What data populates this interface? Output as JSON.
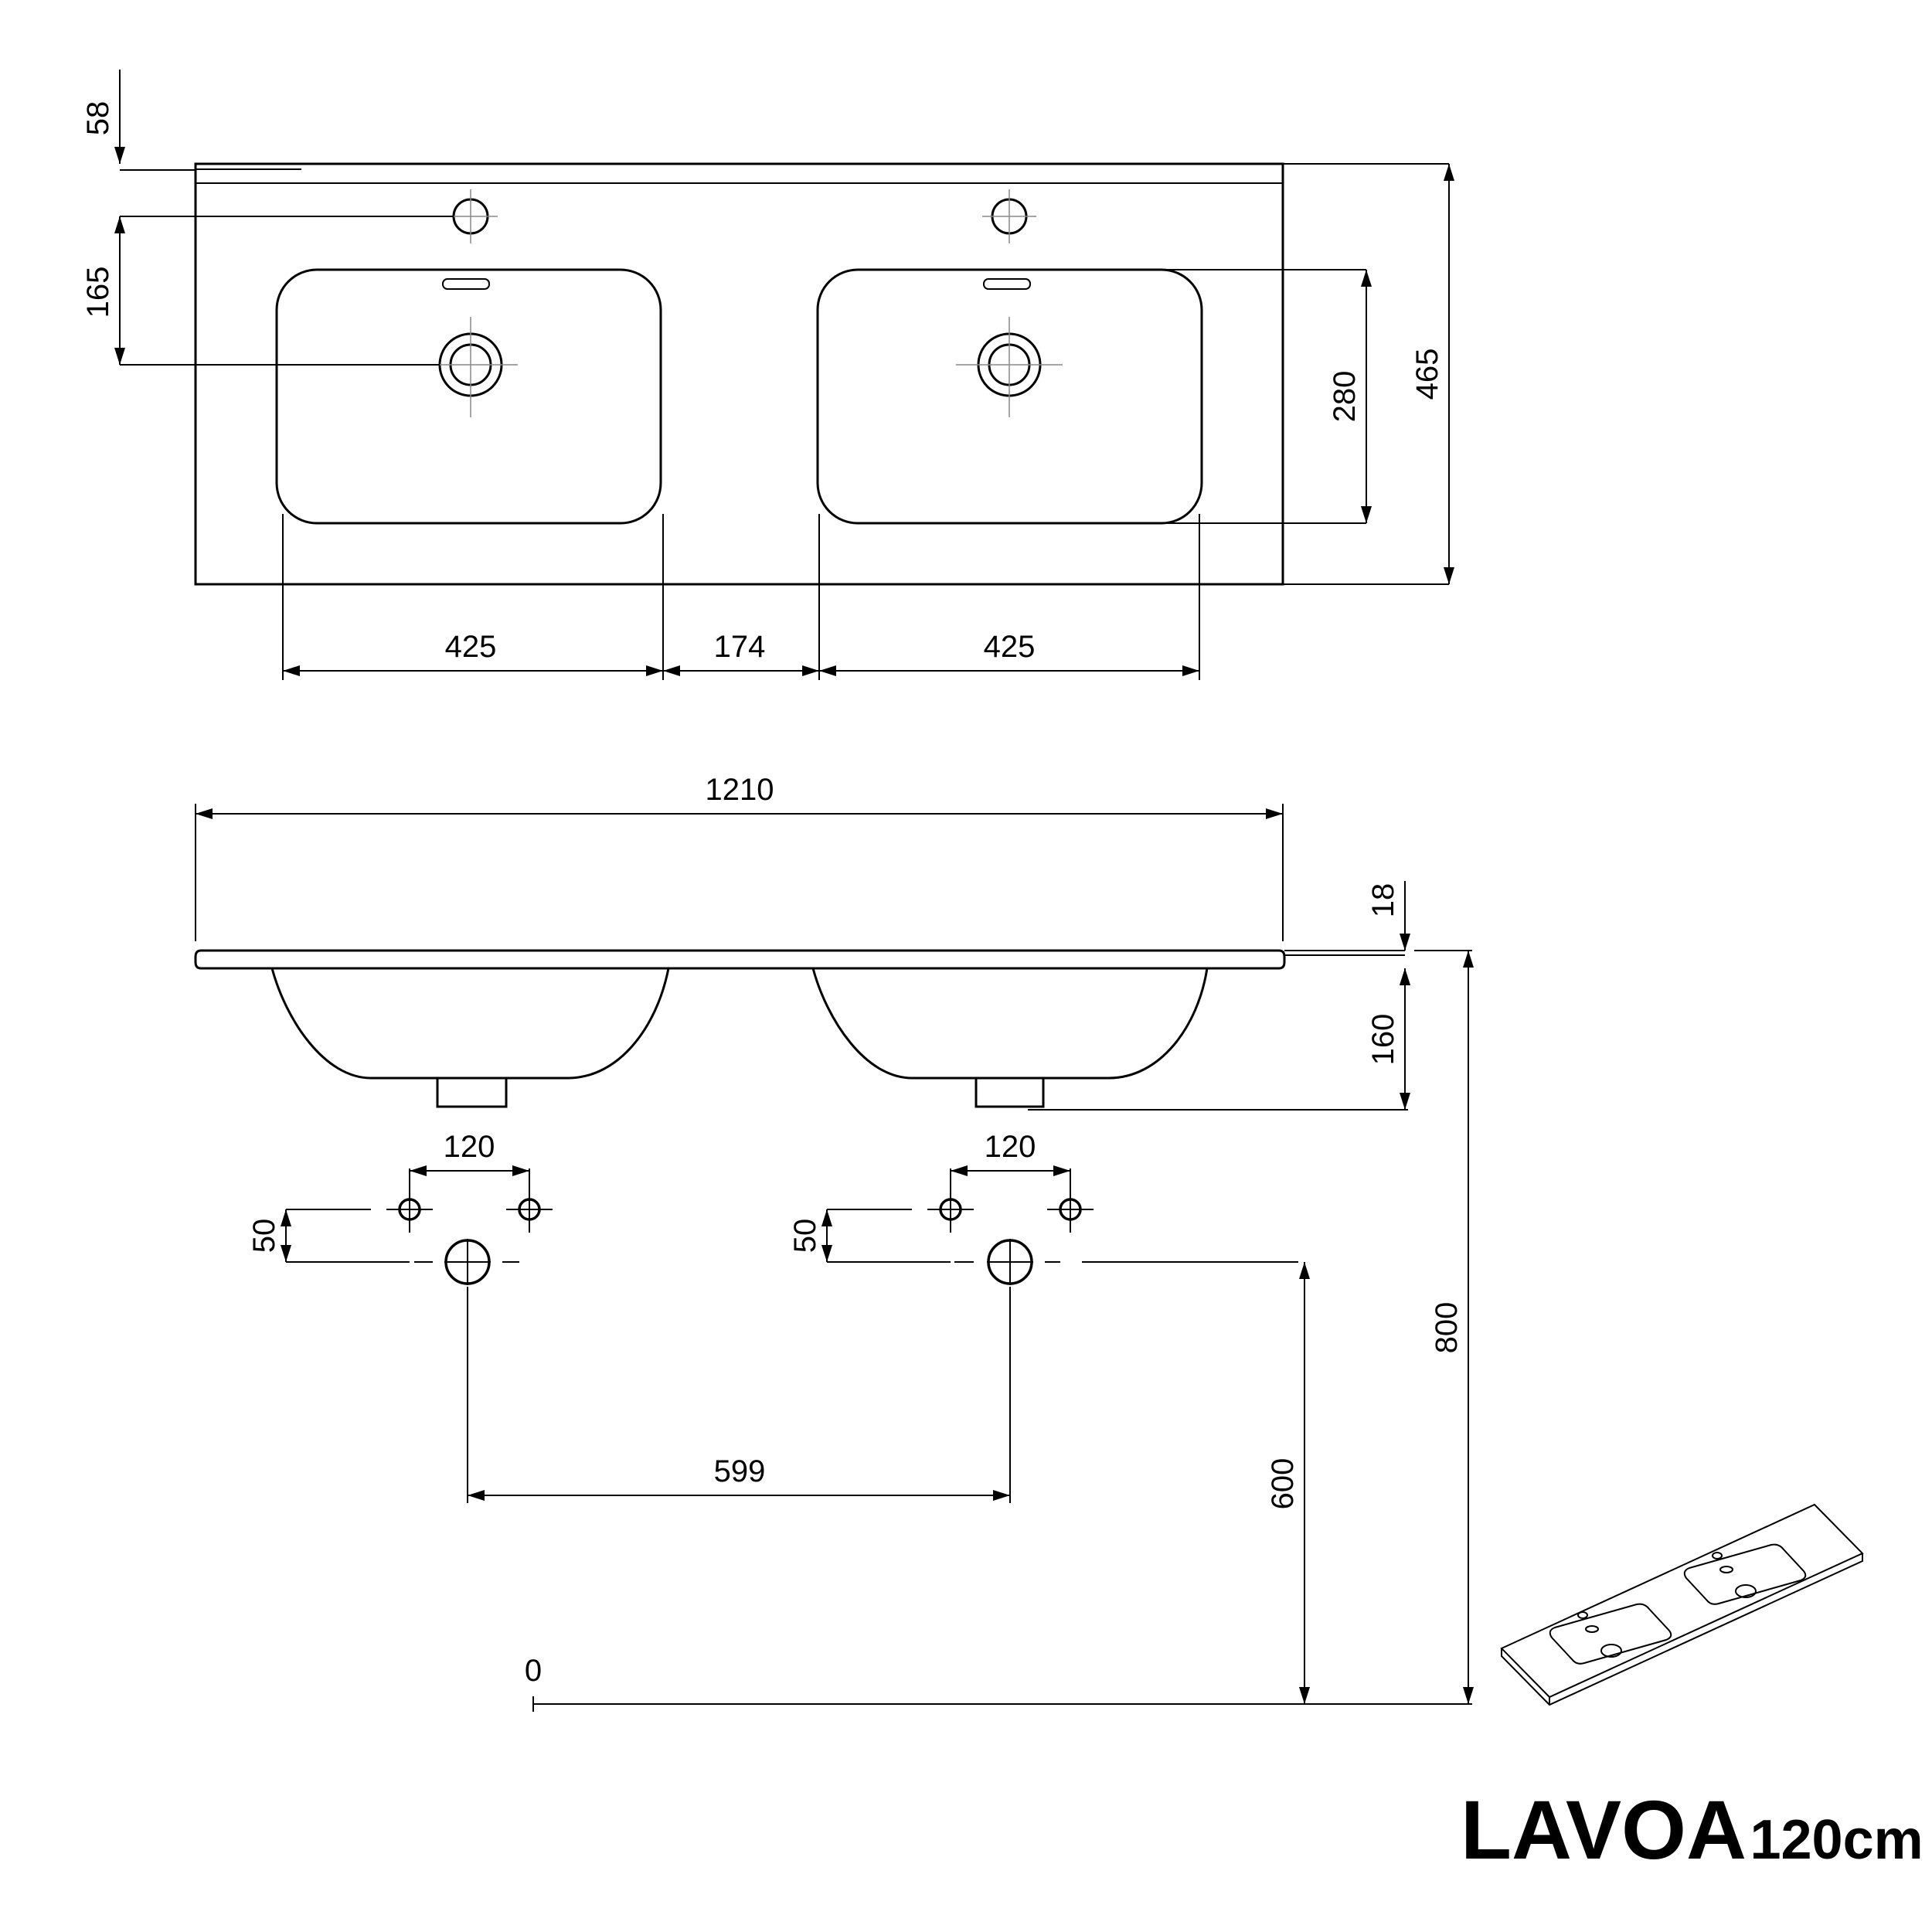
{
  "product": {
    "name": "LAVOA",
    "size": "120cm"
  },
  "top_view": {
    "dims": {
      "edge_to_tap": "58",
      "tap_to_drain": "165",
      "bowl_depth": "280",
      "total_depth": "465",
      "bowl_width_left": "425",
      "gap_between_bowls": "174",
      "bowl_width_right": "425"
    }
  },
  "front_view": {
    "dims": {
      "total_width": "1210",
      "rim_thickness": "18",
      "bowl_height": "160",
      "outlet_spacing_left": "120",
      "outlet_spacing_right": "120",
      "outlet_offset_left": "50",
      "outlet_offset_right": "50",
      "drain_spacing": "599",
      "drain_height": "600",
      "floor_zero": "0",
      "rim_height": "800"
    }
  }
}
